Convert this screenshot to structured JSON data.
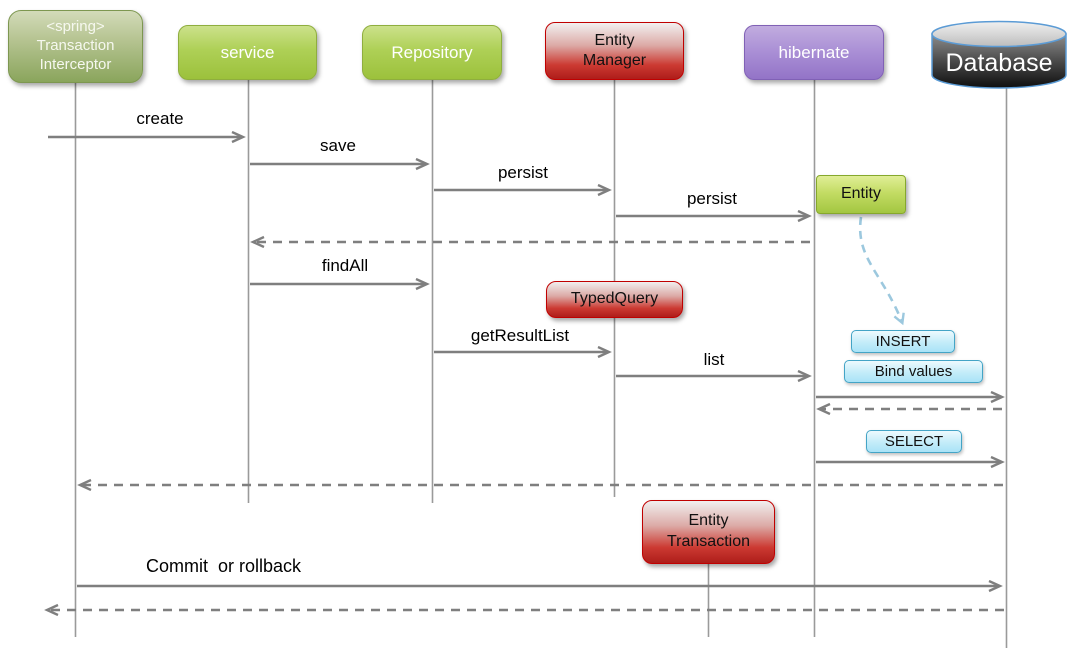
{
  "participants": [
    {
      "name": "transaction-interceptor",
      "lines": [
        "<spring>",
        "Transaction",
        "Interceptor"
      ]
    },
    {
      "name": "service",
      "label": "service"
    },
    {
      "name": "repository",
      "label": "Repository"
    },
    {
      "name": "entity-manager",
      "lines": [
        "Entity",
        "Manager"
      ]
    },
    {
      "name": "hibernate",
      "label": "hibernate"
    },
    {
      "name": "database",
      "label": "Database"
    }
  ],
  "messages": [
    {
      "name": "create",
      "label": "create"
    },
    {
      "name": "save",
      "label": "save"
    },
    {
      "name": "persist-repository-to-entitymanager",
      "label": "persist"
    },
    {
      "name": "persist-entitymanager-to-hibernate",
      "label": "persist"
    },
    {
      "name": "findall",
      "label": "findAll"
    },
    {
      "name": "getresultlist",
      "label": "getResultList"
    },
    {
      "name": "list",
      "label": "list"
    },
    {
      "name": "commit-or-rollback",
      "label": "Commit  or rollback"
    }
  ],
  "objects": [
    {
      "name": "entity",
      "label": "Entity"
    },
    {
      "name": "typedquery",
      "label": "TypedQuery"
    },
    {
      "name": "entity-transaction",
      "lines": [
        "Entity",
        "Transaction"
      ]
    }
  ],
  "sql_notes": [
    {
      "name": "insert",
      "label": "INSERT"
    },
    {
      "name": "bind-values",
      "label": "Bind values"
    },
    {
      "name": "select",
      "label": "SELECT"
    }
  ],
  "colors": {
    "participant_green_top": "#cce18b",
    "participant_green_bottom": "#9cc13c",
    "interceptor_olive_top": "#d3dbb9",
    "interceptor_olive_bottom": "#8aa55c",
    "red_box_top": "#f2f0f0",
    "red_box_bottom": "#ae1d1a",
    "red_box_border": "#c00000",
    "purple_top": "#c1acdf",
    "purple_bottom": "#9374c7",
    "entity_green_top": "#e0ee96",
    "entity_green_bottom": "#a3c641",
    "sql_note_fill": "#b9e8f8",
    "sql_note_border": "#43a4c6",
    "database_border": "#5b9bd5",
    "arrow_gray": "#7f7f7f",
    "lifeline_gray": "#9a9a9a",
    "blue_dashed_arrow": "#9cc8de"
  }
}
